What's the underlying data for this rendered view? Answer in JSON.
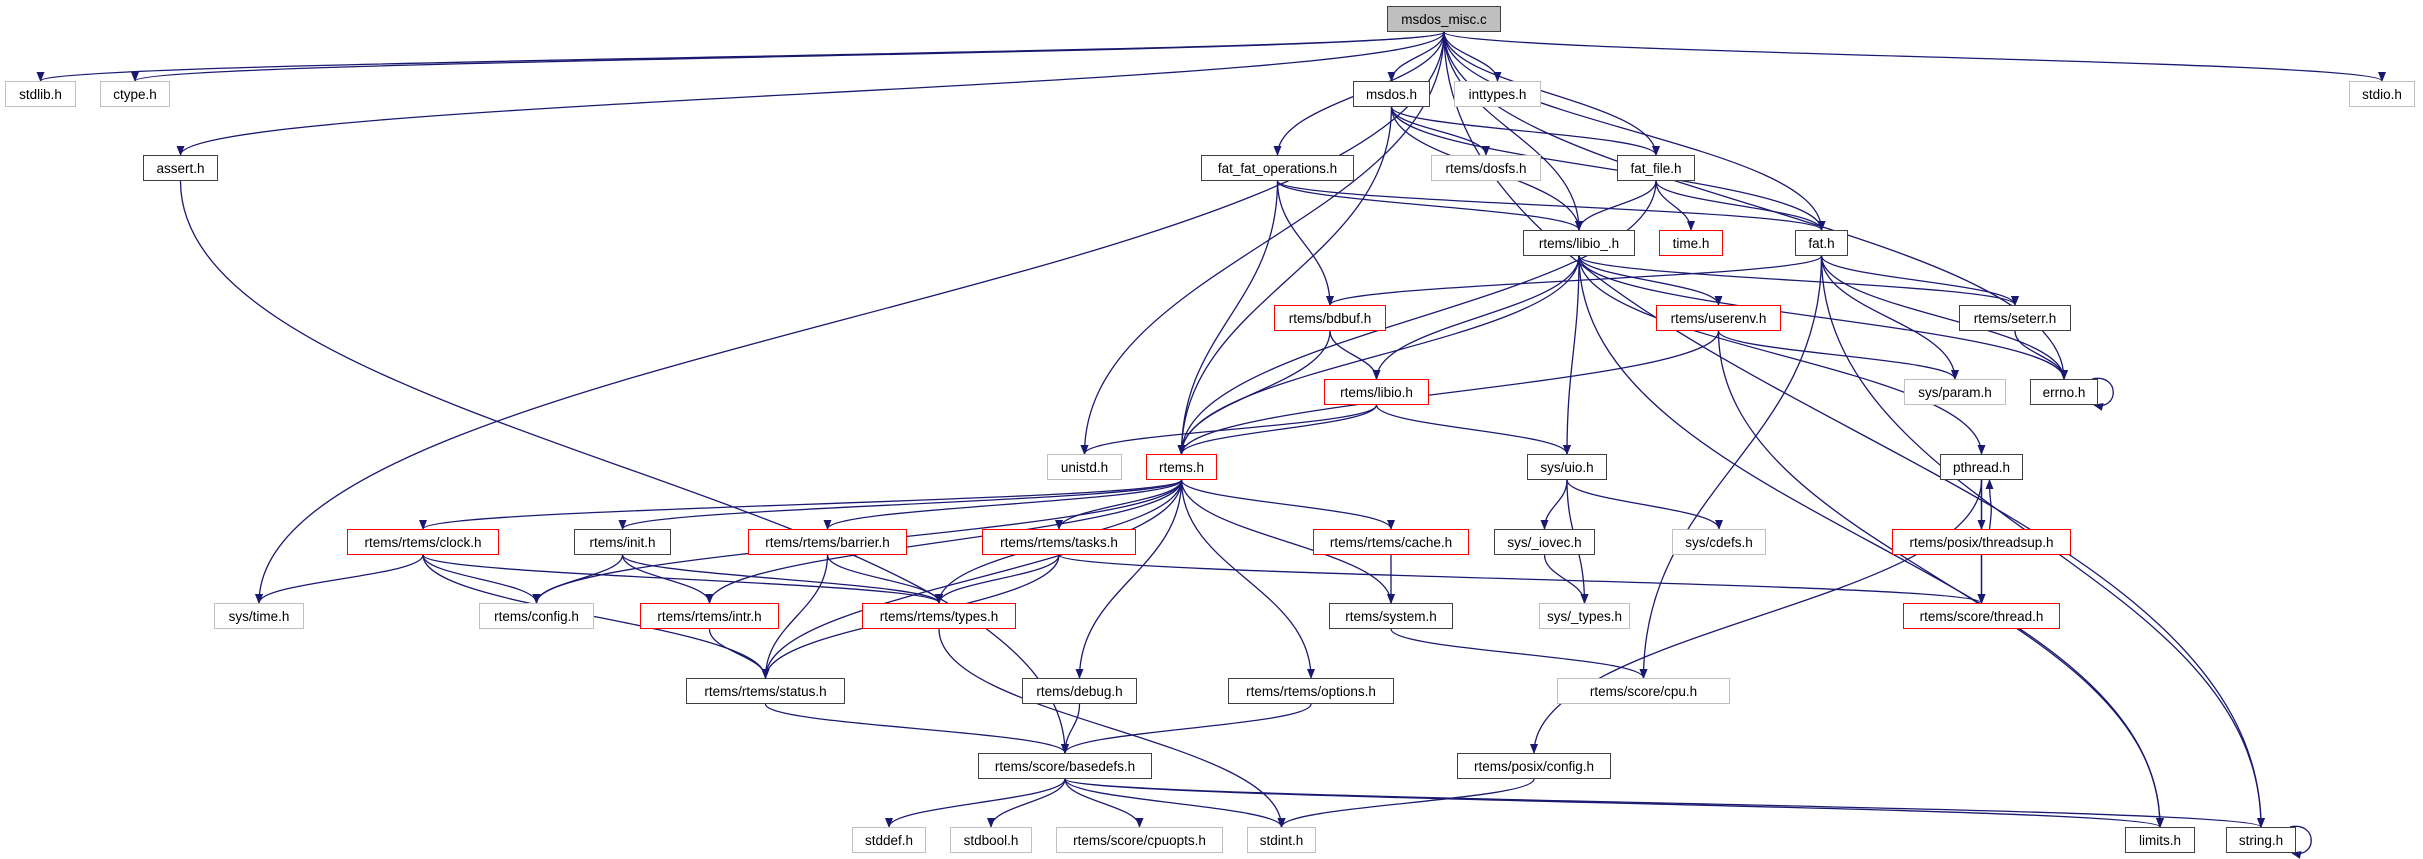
{
  "graph": {
    "edge_color": "#191970",
    "border_colors": {
      "documented": "#404040",
      "external": "#bfbfbf",
      "truncated": "#ff0000",
      "root_fill": "#bfbfbf"
    },
    "nodes": [
      {
        "id": "msdos_misc",
        "label": "msdos_misc.c",
        "kind": "root"
      },
      {
        "id": "stdlib",
        "label": "stdlib.h",
        "kind": "external"
      },
      {
        "id": "ctype",
        "label": "ctype.h",
        "kind": "external"
      },
      {
        "id": "msdos_h",
        "label": "msdos.h",
        "kind": "documented"
      },
      {
        "id": "inttypes",
        "label": "inttypes.h",
        "kind": "external"
      },
      {
        "id": "stdio",
        "label": "stdio.h",
        "kind": "external"
      },
      {
        "id": "assert",
        "label": "assert.h",
        "kind": "documented"
      },
      {
        "id": "fat_fat_ops",
        "label": "fat_fat_operations.h",
        "kind": "documented"
      },
      {
        "id": "dosfs",
        "label": "rtems/dosfs.h",
        "kind": "external"
      },
      {
        "id": "fat_file",
        "label": "fat_file.h",
        "kind": "documented"
      },
      {
        "id": "libio_",
        "label": "rtems/libio_.h",
        "kind": "documented"
      },
      {
        "id": "time",
        "label": "time.h",
        "kind": "truncated"
      },
      {
        "id": "fat",
        "label": "fat.h",
        "kind": "documented"
      },
      {
        "id": "bdbuf",
        "label": "rtems/bdbuf.h",
        "kind": "truncated"
      },
      {
        "id": "userenv",
        "label": "rtems/userenv.h",
        "kind": "truncated"
      },
      {
        "id": "seterr",
        "label": "rtems/seterr.h",
        "kind": "documented"
      },
      {
        "id": "libio",
        "label": "rtems/libio.h",
        "kind": "truncated"
      },
      {
        "id": "param",
        "label": "sys/param.h",
        "kind": "external"
      },
      {
        "id": "errno",
        "label": "errno.h",
        "kind": "documented"
      },
      {
        "id": "unistd",
        "label": "unistd.h",
        "kind": "external"
      },
      {
        "id": "rtems",
        "label": "rtems.h",
        "kind": "truncated"
      },
      {
        "id": "uio",
        "label": "sys/uio.h",
        "kind": "documented"
      },
      {
        "id": "pthread",
        "label": "pthread.h",
        "kind": "documented"
      },
      {
        "id": "clock",
        "label": "rtems/rtems/clock.h",
        "kind": "truncated"
      },
      {
        "id": "init",
        "label": "rtems/init.h",
        "kind": "documented"
      },
      {
        "id": "barrier",
        "label": "rtems/rtems/barrier.h",
        "kind": "truncated"
      },
      {
        "id": "tasks",
        "label": "rtems/rtems/tasks.h",
        "kind": "truncated"
      },
      {
        "id": "cache",
        "label": "rtems/rtems/cache.h",
        "kind": "truncated"
      },
      {
        "id": "iovec",
        "label": "sys/_iovec.h",
        "kind": "documented"
      },
      {
        "id": "cdefs",
        "label": "sys/cdefs.h",
        "kind": "external"
      },
      {
        "id": "threadsup",
        "label": "rtems/posix/threadsup.h",
        "kind": "truncated"
      },
      {
        "id": "systime",
        "label": "sys/time.h",
        "kind": "external"
      },
      {
        "id": "config",
        "label": "rtems/config.h",
        "kind": "external"
      },
      {
        "id": "intr",
        "label": "rtems/rtems/intr.h",
        "kind": "truncated"
      },
      {
        "id": "types",
        "label": "rtems/rtems/types.h",
        "kind": "truncated"
      },
      {
        "id": "system",
        "label": "rtems/system.h",
        "kind": "documented"
      },
      {
        "id": "_types",
        "label": "sys/_types.h",
        "kind": "external"
      },
      {
        "id": "thread",
        "label": "rtems/score/thread.h",
        "kind": "truncated"
      },
      {
        "id": "status",
        "label": "rtems/rtems/status.h",
        "kind": "documented"
      },
      {
        "id": "debug",
        "label": "rtems/debug.h",
        "kind": "documented"
      },
      {
        "id": "options",
        "label": "rtems/rtems/options.h",
        "kind": "documented"
      },
      {
        "id": "cpu",
        "label": "rtems/score/cpu.h",
        "kind": "external"
      },
      {
        "id": "basedefs",
        "label": "rtems/score/basedefs.h",
        "kind": "documented"
      },
      {
        "id": "posixconfig",
        "label": "rtems/posix/config.h",
        "kind": "documented"
      },
      {
        "id": "stddef",
        "label": "stddef.h",
        "kind": "external"
      },
      {
        "id": "stdbool",
        "label": "stdbool.h",
        "kind": "external"
      },
      {
        "id": "cpuopts",
        "label": "rtems/score/cpuopts.h",
        "kind": "external"
      },
      {
        "id": "stdint",
        "label": "stdint.h",
        "kind": "external"
      },
      {
        "id": "limits",
        "label": "limits.h",
        "kind": "documented"
      },
      {
        "id": "string",
        "label": "string.h",
        "kind": "documented"
      }
    ],
    "edges": [
      [
        "msdos_misc",
        "stdlib"
      ],
      [
        "msdos_misc",
        "ctype"
      ],
      [
        "msdos_misc",
        "assert"
      ],
      [
        "msdos_misc",
        "systime"
      ],
      [
        "msdos_misc",
        "unistd"
      ],
      [
        "msdos_misc",
        "msdos_h"
      ],
      [
        "msdos_misc",
        "inttypes"
      ],
      [
        "msdos_misc",
        "fat_fat_ops"
      ],
      [
        "msdos_misc",
        "libio_"
      ],
      [
        "msdos_misc",
        "fat_file"
      ],
      [
        "msdos_misc",
        "fat"
      ],
      [
        "msdos_misc",
        "errno"
      ],
      [
        "msdos_misc",
        "string"
      ],
      [
        "msdos_misc",
        "stdio"
      ],
      [
        "msdos_h",
        "rtems"
      ],
      [
        "msdos_h",
        "libio_"
      ],
      [
        "msdos_h",
        "dosfs"
      ],
      [
        "msdos_h",
        "fat_file"
      ],
      [
        "msdos_h",
        "fat"
      ],
      [
        "fat_fat_ops",
        "rtems"
      ],
      [
        "fat_fat_ops",
        "bdbuf"
      ],
      [
        "fat_fat_ops",
        "libio_"
      ],
      [
        "fat_fat_ops",
        "fat"
      ],
      [
        "fat_file",
        "rtems"
      ],
      [
        "fat_file",
        "libio_"
      ],
      [
        "fat_file",
        "time"
      ],
      [
        "fat_file",
        "fat"
      ],
      [
        "libio_",
        "rtems"
      ],
      [
        "libio_",
        "libio"
      ],
      [
        "libio_",
        "userenv"
      ],
      [
        "libio_",
        "seterr"
      ],
      [
        "libio_",
        "errno"
      ],
      [
        "libio_",
        "uio"
      ],
      [
        "libio_",
        "pthread"
      ],
      [
        "libio_",
        "limits"
      ],
      [
        "fat",
        "bdbuf"
      ],
      [
        "fat",
        "seterr"
      ],
      [
        "fat",
        "errno"
      ],
      [
        "fat",
        "param"
      ],
      [
        "fat",
        "cpu"
      ],
      [
        "fat",
        "string"
      ],
      [
        "bdbuf",
        "rtems"
      ],
      [
        "bdbuf",
        "libio"
      ],
      [
        "libio",
        "unistd"
      ],
      [
        "libio",
        "rtems"
      ],
      [
        "libio",
        "uio"
      ],
      [
        "userenv",
        "rtems"
      ],
      [
        "userenv",
        "param"
      ],
      [
        "userenv",
        "limits"
      ],
      [
        "seterr",
        "errno"
      ],
      [
        "errno",
        "errno"
      ],
      [
        "rtems",
        "clock"
      ],
      [
        "rtems",
        "init"
      ],
      [
        "rtems",
        "barrier"
      ],
      [
        "rtems",
        "tasks"
      ],
      [
        "rtems",
        "cache"
      ],
      [
        "rtems",
        "types"
      ],
      [
        "rtems",
        "config"
      ],
      [
        "rtems",
        "intr"
      ],
      [
        "rtems",
        "status"
      ],
      [
        "rtems",
        "system"
      ],
      [
        "rtems",
        "debug"
      ],
      [
        "rtems",
        "options"
      ],
      [
        "uio",
        "iovec"
      ],
      [
        "uio",
        "cdefs"
      ],
      [
        "uio",
        "_types"
      ],
      [
        "iovec",
        "_types"
      ],
      [
        "pthread",
        "threadsup"
      ],
      [
        "pthread",
        "thread"
      ],
      [
        "pthread",
        "posixconfig"
      ],
      [
        "threadsup",
        "pthread"
      ],
      [
        "threadsup",
        "thread"
      ],
      [
        "clock",
        "systime"
      ],
      [
        "clock",
        "config"
      ],
      [
        "clock",
        "status"
      ],
      [
        "clock",
        "types"
      ],
      [
        "init",
        "config"
      ],
      [
        "init",
        "intr"
      ],
      [
        "init",
        "types"
      ],
      [
        "barrier",
        "types"
      ],
      [
        "barrier",
        "status"
      ],
      [
        "tasks",
        "types"
      ],
      [
        "tasks",
        "status"
      ],
      [
        "tasks",
        "thread"
      ],
      [
        "cache",
        "system"
      ],
      [
        "intr",
        "status"
      ],
      [
        "types",
        "stdint"
      ],
      [
        "system",
        "cpu"
      ],
      [
        "status",
        "basedefs"
      ],
      [
        "debug",
        "basedefs"
      ],
      [
        "options",
        "basedefs"
      ],
      [
        "assert",
        "basedefs"
      ],
      [
        "basedefs",
        "stddef"
      ],
      [
        "basedefs",
        "stdbool"
      ],
      [
        "basedefs",
        "cpuopts"
      ],
      [
        "basedefs",
        "stdint"
      ],
      [
        "basedefs",
        "limits"
      ],
      [
        "basedefs",
        "string"
      ],
      [
        "posixconfig",
        "stdint"
      ],
      [
        "string",
        "string"
      ]
    ]
  }
}
